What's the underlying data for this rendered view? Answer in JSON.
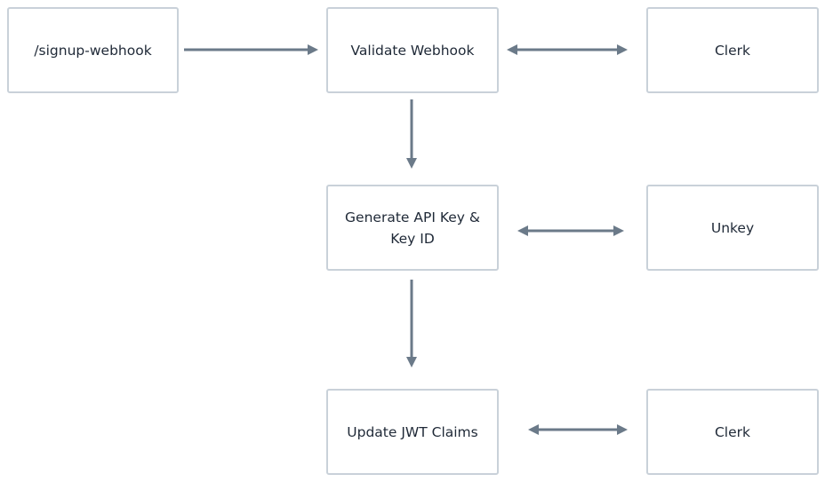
{
  "nodes": {
    "signup_webhook": "/signup-webhook",
    "validate_webhook": "Validate Webhook",
    "clerk_top": "Clerk",
    "generate_api_key": "Generate API Key &\nKey ID",
    "unkey": "Unkey",
    "update_jwt_claims": "Update JWT Claims",
    "clerk_bottom": "Clerk"
  },
  "edges": [
    {
      "from": "signup_webhook",
      "to": "validate_webhook",
      "direction": "one-way"
    },
    {
      "from": "validate_webhook",
      "to": "clerk_top",
      "direction": "two-way"
    },
    {
      "from": "validate_webhook",
      "to": "generate_api_key",
      "direction": "one-way"
    },
    {
      "from": "generate_api_key",
      "to": "unkey",
      "direction": "two-way"
    },
    {
      "from": "generate_api_key",
      "to": "update_jwt_claims",
      "direction": "one-way"
    },
    {
      "from": "update_jwt_claims",
      "to": "clerk_bottom",
      "direction": "two-way"
    }
  ],
  "colors": {
    "node_border": "#c9d1d9",
    "edge": "#6b7a89",
    "text": "#1f2937"
  }
}
